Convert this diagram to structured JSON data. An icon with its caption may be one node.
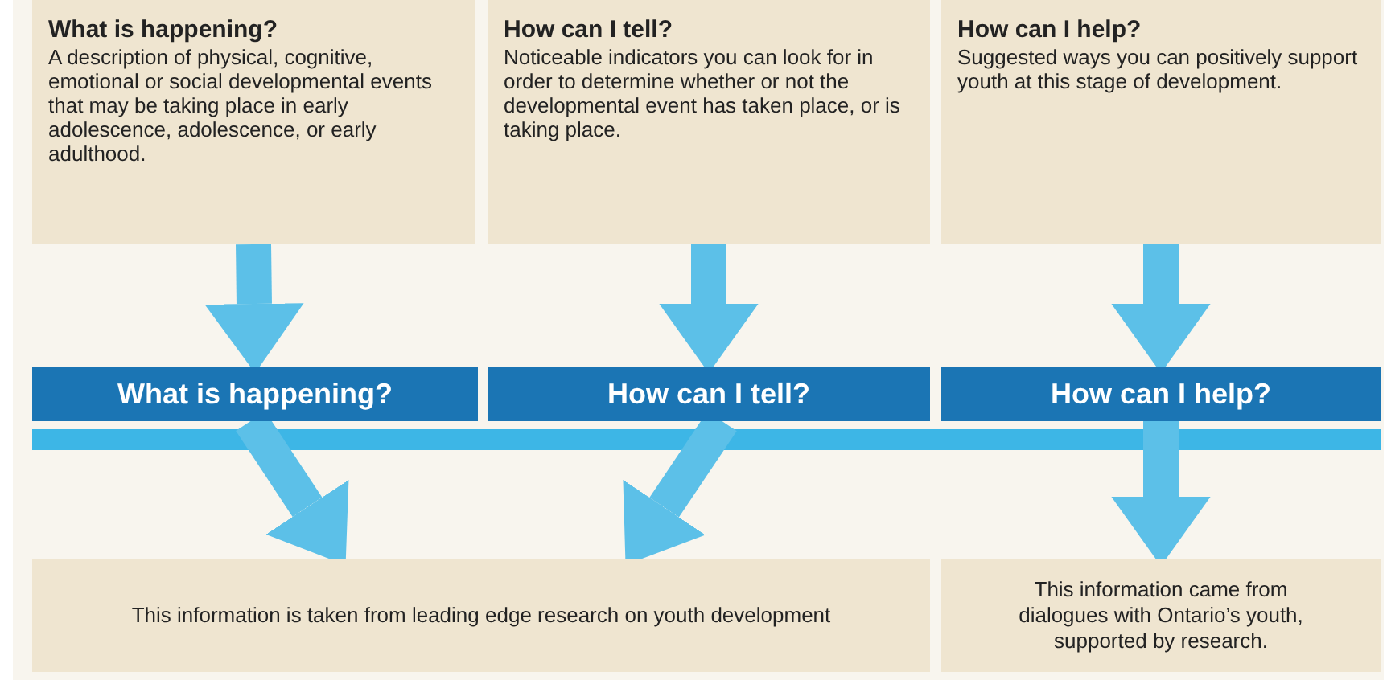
{
  "diagram": {
    "nodes": [
      {
        "text": [
          "What is happening?",
          "A description of physical, cognitive, emotional or social developmental events that may be taking place in early adolescence, adolescence, or early adulthood."
        ]
      },
      {
        "text": [
          "How can I tell?",
          "Noticeable indicators you can look for in order to determine whether or not the developmental event has taken place, or is taking place."
        ]
      },
      {
        "text": [
          "How can I help?",
          "Suggested ways you can positively support youth at this stage of development."
        ]
      },
      {
        "text": [
          "What is happening?"
        ]
      },
      {
        "text": [
          "How can I tell?"
        ]
      },
      {
        "text": [
          "How can I help?"
        ]
      },
      {
        "text": [
          "This information is taken from leading edge research on youth development"
        ]
      },
      {
        "text": [
          "This information came from dialogues with Ontario’s youth, supported by research."
        ]
      }
    ],
    "edges": [
      {
        "from": 0,
        "to": 3,
        "arrow": "to"
      },
      {
        "from": 1,
        "to": 4,
        "arrow": "to"
      },
      {
        "from": 2,
        "to": 5,
        "arrow": "to"
      },
      {
        "from": 3,
        "to": 6,
        "arrow": "to"
      },
      {
        "from": 4,
        "to": 6,
        "arrow": "to"
      },
      {
        "from": 5,
        "to": 7,
        "arrow": "to"
      }
    ]
  }
}
